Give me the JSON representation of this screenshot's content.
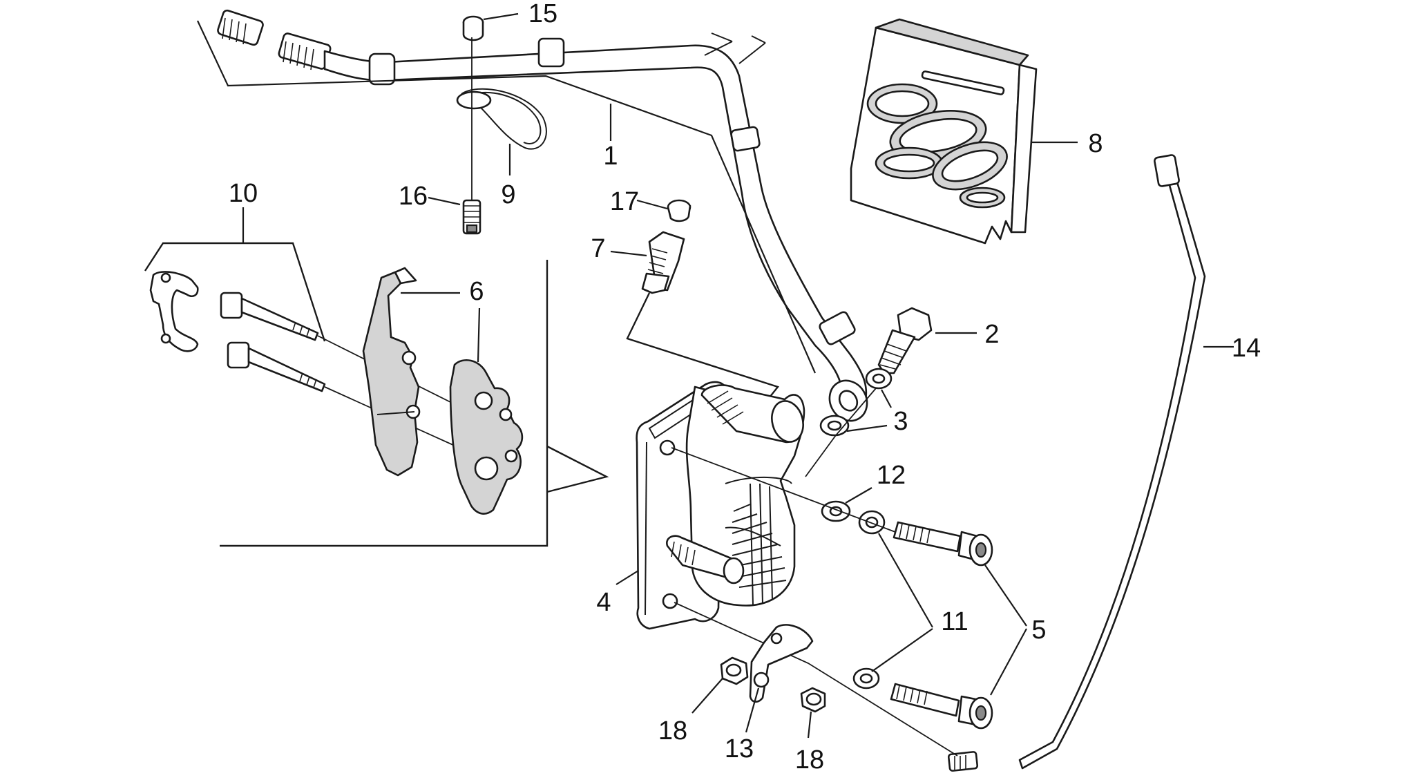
{
  "callouts": {
    "c1": "1",
    "c2": "2",
    "c3": "3",
    "c4": "4",
    "c5": "5",
    "c6": "6",
    "c7": "7",
    "c8": "8",
    "c9": "9",
    "c10": "10",
    "c11": "11",
    "c12": "12",
    "c13": "13",
    "c14": "14",
    "c15": "15",
    "c16": "16",
    "c17": "17",
    "c18a": "18",
    "c18b": "18"
  },
  "colors": {
    "ink": "#1a1a1a",
    "fill": "#ffffff",
    "shade": "#d4d4d4",
    "background": "#ffffff"
  }
}
